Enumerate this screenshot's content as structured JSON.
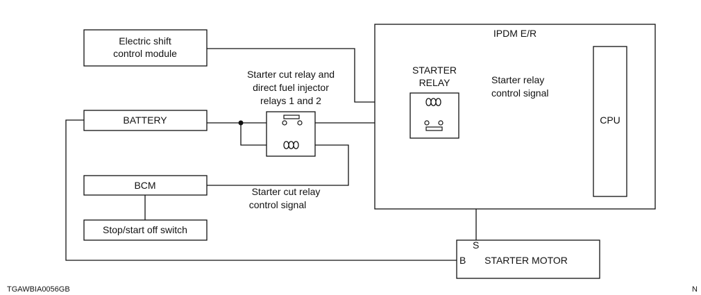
{
  "diagram": {
    "boxes": {
      "electric_shift": [
        "Electric shift",
        "control module"
      ],
      "battery": "BATTERY",
      "bcm": "BCM",
      "stop_start_switch": "Stop/start off switch",
      "ipdm": "IPDM E/R",
      "starter_relay": [
        "STARTER",
        "RELAY"
      ],
      "cpu": "CPU",
      "starter_motor": "STARTER MOTOR",
      "starter_motor_s": "S",
      "starter_motor_b": "B"
    },
    "labels": {
      "starter_cut_relay": [
        "Starter cut relay and",
        "direct fuel injector",
        "relays 1 and 2"
      ],
      "starter_relay_signal": [
        "Starter relay",
        "control signal"
      ],
      "starter_cut_signal": [
        "Starter cut relay",
        "control signal"
      ]
    }
  },
  "footer": {
    "code": "TGAWBIA0056GB",
    "marker": "N"
  }
}
